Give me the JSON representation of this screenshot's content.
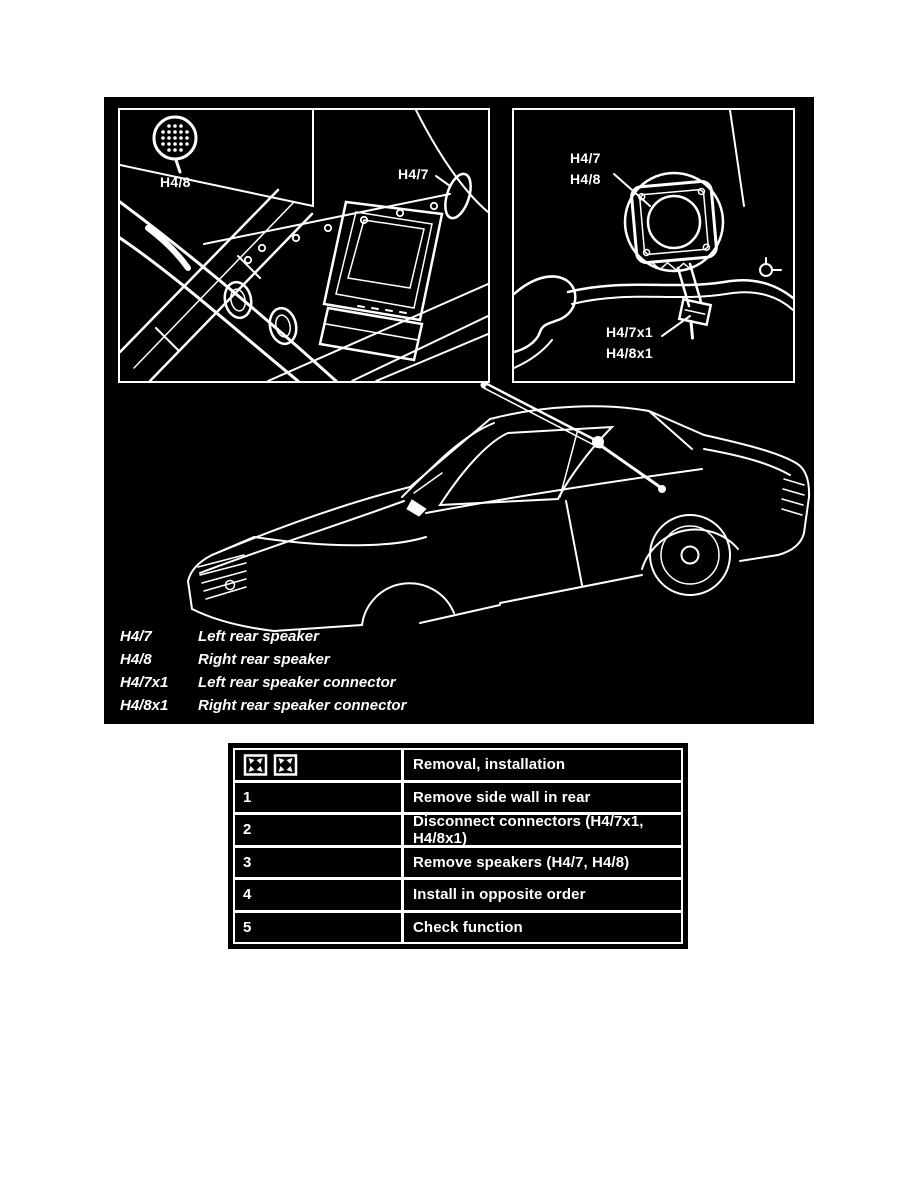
{
  "colors": {
    "diagram_bg": "#000000",
    "ink": "#ffffff",
    "page_bg": "#ffffff"
  },
  "diagram": {
    "inset_left": {
      "label_right_speaker": "H4/8",
      "label_left_speaker": "H4/7"
    },
    "inset_right": {
      "speaker_labels": [
        "H4/7",
        "H4/8"
      ],
      "connector_labels": [
        "H4/7x1",
        "H4/8x1"
      ]
    },
    "legend": [
      {
        "term": "H4/7",
        "description": "Left rear speaker"
      },
      {
        "term": "H4/8",
        "description": "Right rear speaker"
      },
      {
        "term": "H4/7x1",
        "description": "Left rear speaker connector"
      },
      {
        "term": "H4/8x1",
        "description": "Right rear speaker connector"
      }
    ]
  },
  "procedure_table": {
    "header_icons": [
      "crossed-arrows-icon",
      "crossed-arrows-icon"
    ],
    "title": "Removal, installation",
    "rows": [
      {
        "step": "1",
        "instruction": "Remove side wall in rear"
      },
      {
        "step": "2",
        "instruction": "Disconnect connectors (H4/7x1, H4/8x1)"
      },
      {
        "step": "3",
        "instruction": "Remove speakers (H4/7, H4/8)"
      },
      {
        "step": "4",
        "instruction": "Install in opposite order"
      },
      {
        "step": "5",
        "instruction": "Check function"
      }
    ]
  }
}
